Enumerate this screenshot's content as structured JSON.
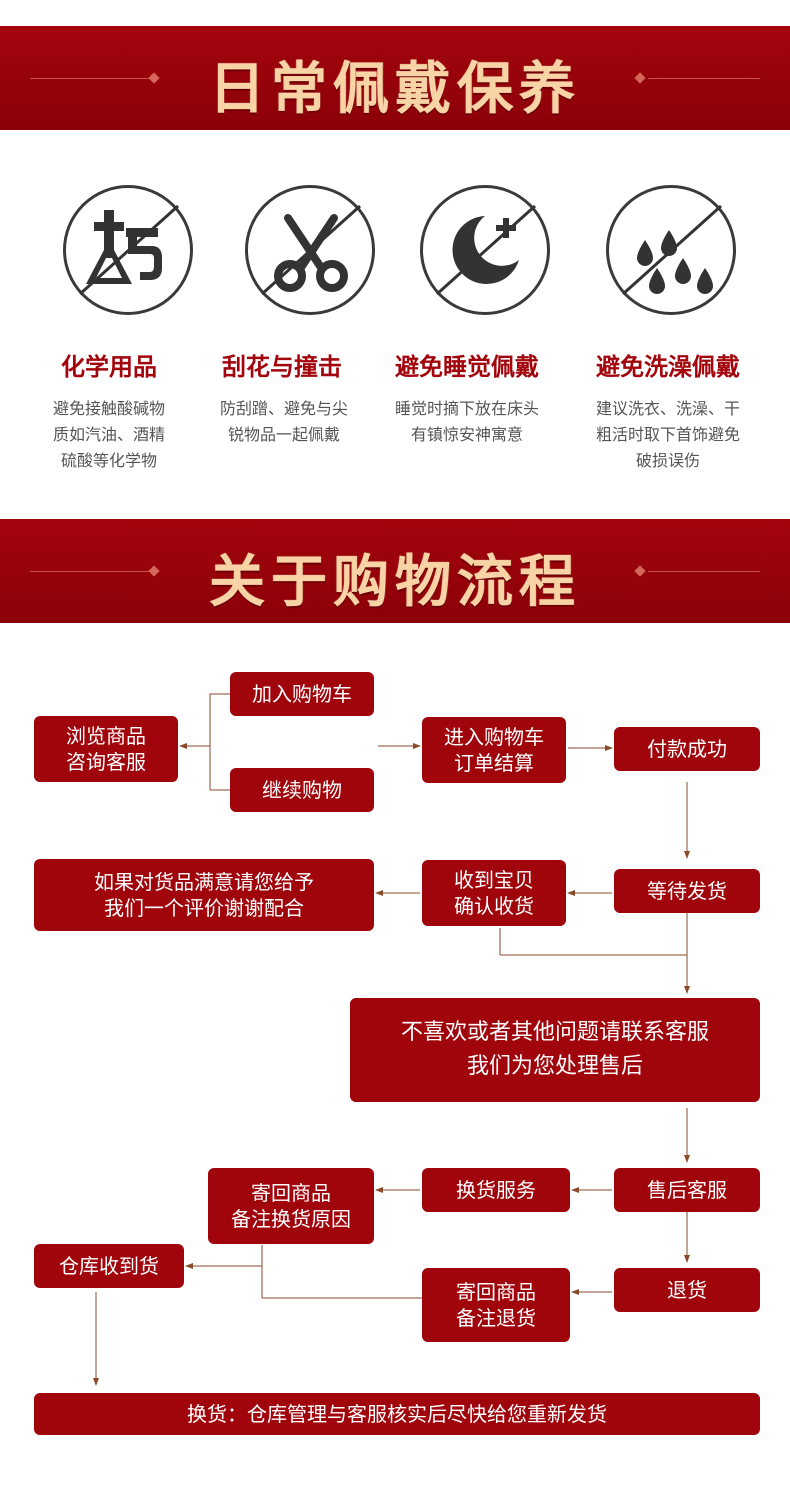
{
  "sections": {
    "care_title": "日常佩戴保养",
    "flow_title": "关于购物流程"
  },
  "care_items": [
    {
      "icon": "chemical-flask-icon",
      "title": "化学用品",
      "desc": [
        "避免接触酸碱物",
        "质如汽油、酒精",
        "硫酸等化学物"
      ]
    },
    {
      "icon": "scissors-icon",
      "title": "刮花与撞击",
      "desc": [
        "防刮蹭、避免与尖",
        "锐物品一起佩戴"
      ]
    },
    {
      "icon": "moon-star-icon",
      "title": "避免睡觉佩戴",
      "desc": [
        "睡觉时摘下放在床头",
        "有镇惊安神寓意"
      ]
    },
    {
      "icon": "water-drops-icon",
      "title": "避免洗澡佩戴",
      "desc": [
        "建议洗衣、洗澡、干",
        "粗活时取下首饰避免",
        "破损误伤"
      ]
    }
  ],
  "flow": {
    "browse": [
      "浏览商品",
      "咨询客服"
    ],
    "add_cart": "加入购物车",
    "continue": "继续购物",
    "enter_cart": [
      "进入购物车",
      "订单结算"
    ],
    "paid": "付款成功",
    "wait_ship": "等待发货",
    "received": [
      "收到宝贝",
      "确认收货"
    ],
    "rate": [
      "如果对货品满意请您给予",
      "我们一个评价谢谢配合"
    ],
    "dislike": [
      "不喜欢或者其他问题请联系客服",
      "我们为您处理售后"
    ],
    "after_sales": "售后客服",
    "exchange": "换货服务",
    "send_back_exchange": [
      "寄回商品",
      "备注换货原因"
    ],
    "return": "退货",
    "send_back_return": [
      "寄回商品",
      "备注退货"
    ],
    "warehouse": "仓库收到货",
    "final": "换货：仓库管理与客服核实后尽快给您重新发货"
  },
  "colors": {
    "brand_red": "#a0050c",
    "title_gold": "#f7d3a6",
    "line_brown": "#8a4a2a"
  }
}
